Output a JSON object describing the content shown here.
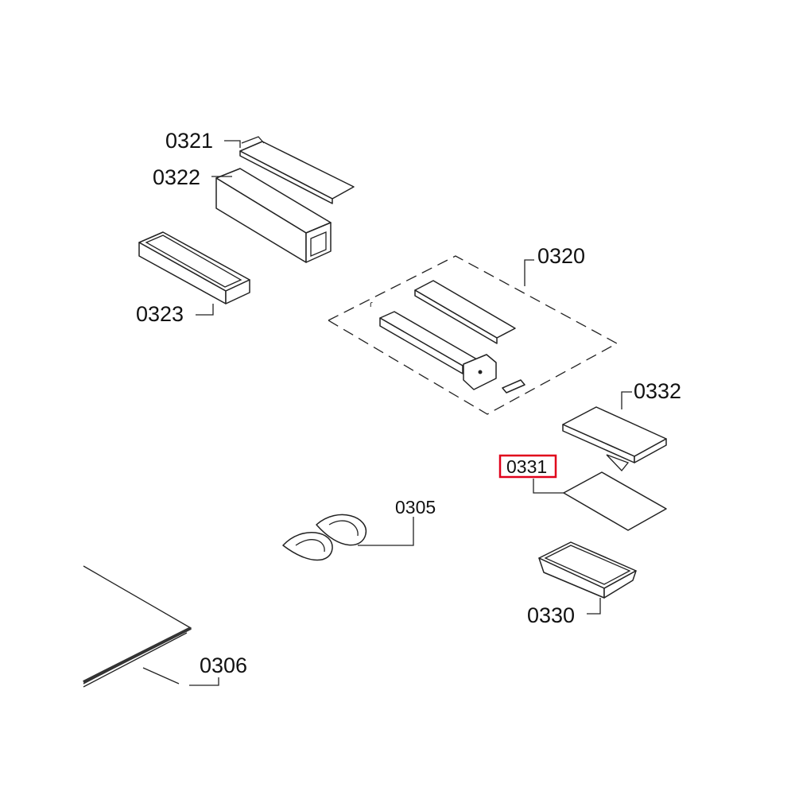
{
  "diagram": {
    "labels": {
      "p0321": "0321",
      "p0322": "0322",
      "p0323": "0323",
      "p0320": "0320",
      "p0332": "0332",
      "p0331": "0331",
      "p0305": "0305",
      "p0330": "0330",
      "p0306": "0306"
    },
    "highlighted_part": "0331",
    "highlight_color": "#e0001a"
  }
}
